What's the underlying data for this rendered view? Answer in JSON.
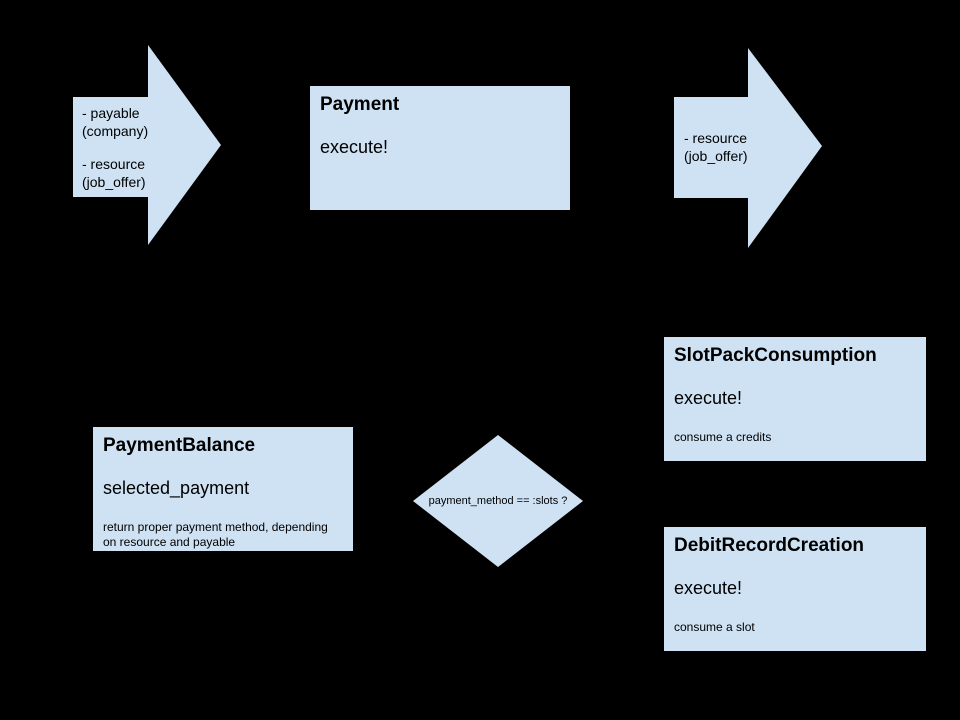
{
  "palette": {
    "background": "#000000",
    "shape_fill": "#cfe2f3",
    "text_color": "#000000"
  },
  "arrows": {
    "input": {
      "params": [
        {
          "name": "- payable",
          "type": "(company)"
        },
        {
          "name": "- resource",
          "type": "(job_offer)"
        }
      ]
    },
    "output": {
      "params": [
        {
          "name": "- resource",
          "type": "(job_offer)"
        }
      ]
    }
  },
  "nodes": {
    "payment": {
      "title": "Payment",
      "method": "execute!"
    },
    "slot_pack_consumption": {
      "title": "SlotPackConsumption",
      "method": "execute!",
      "note": "consume a credits"
    },
    "payment_balance": {
      "title": "PaymentBalance",
      "method": "selected_payment",
      "note": "return proper payment method, depending on resource and payable"
    },
    "debit_record_creation": {
      "title": "DebitRecordCreation",
      "method": "execute!",
      "note": "consume a slot"
    }
  },
  "decision": {
    "condition": "payment_method == :slots ?"
  }
}
